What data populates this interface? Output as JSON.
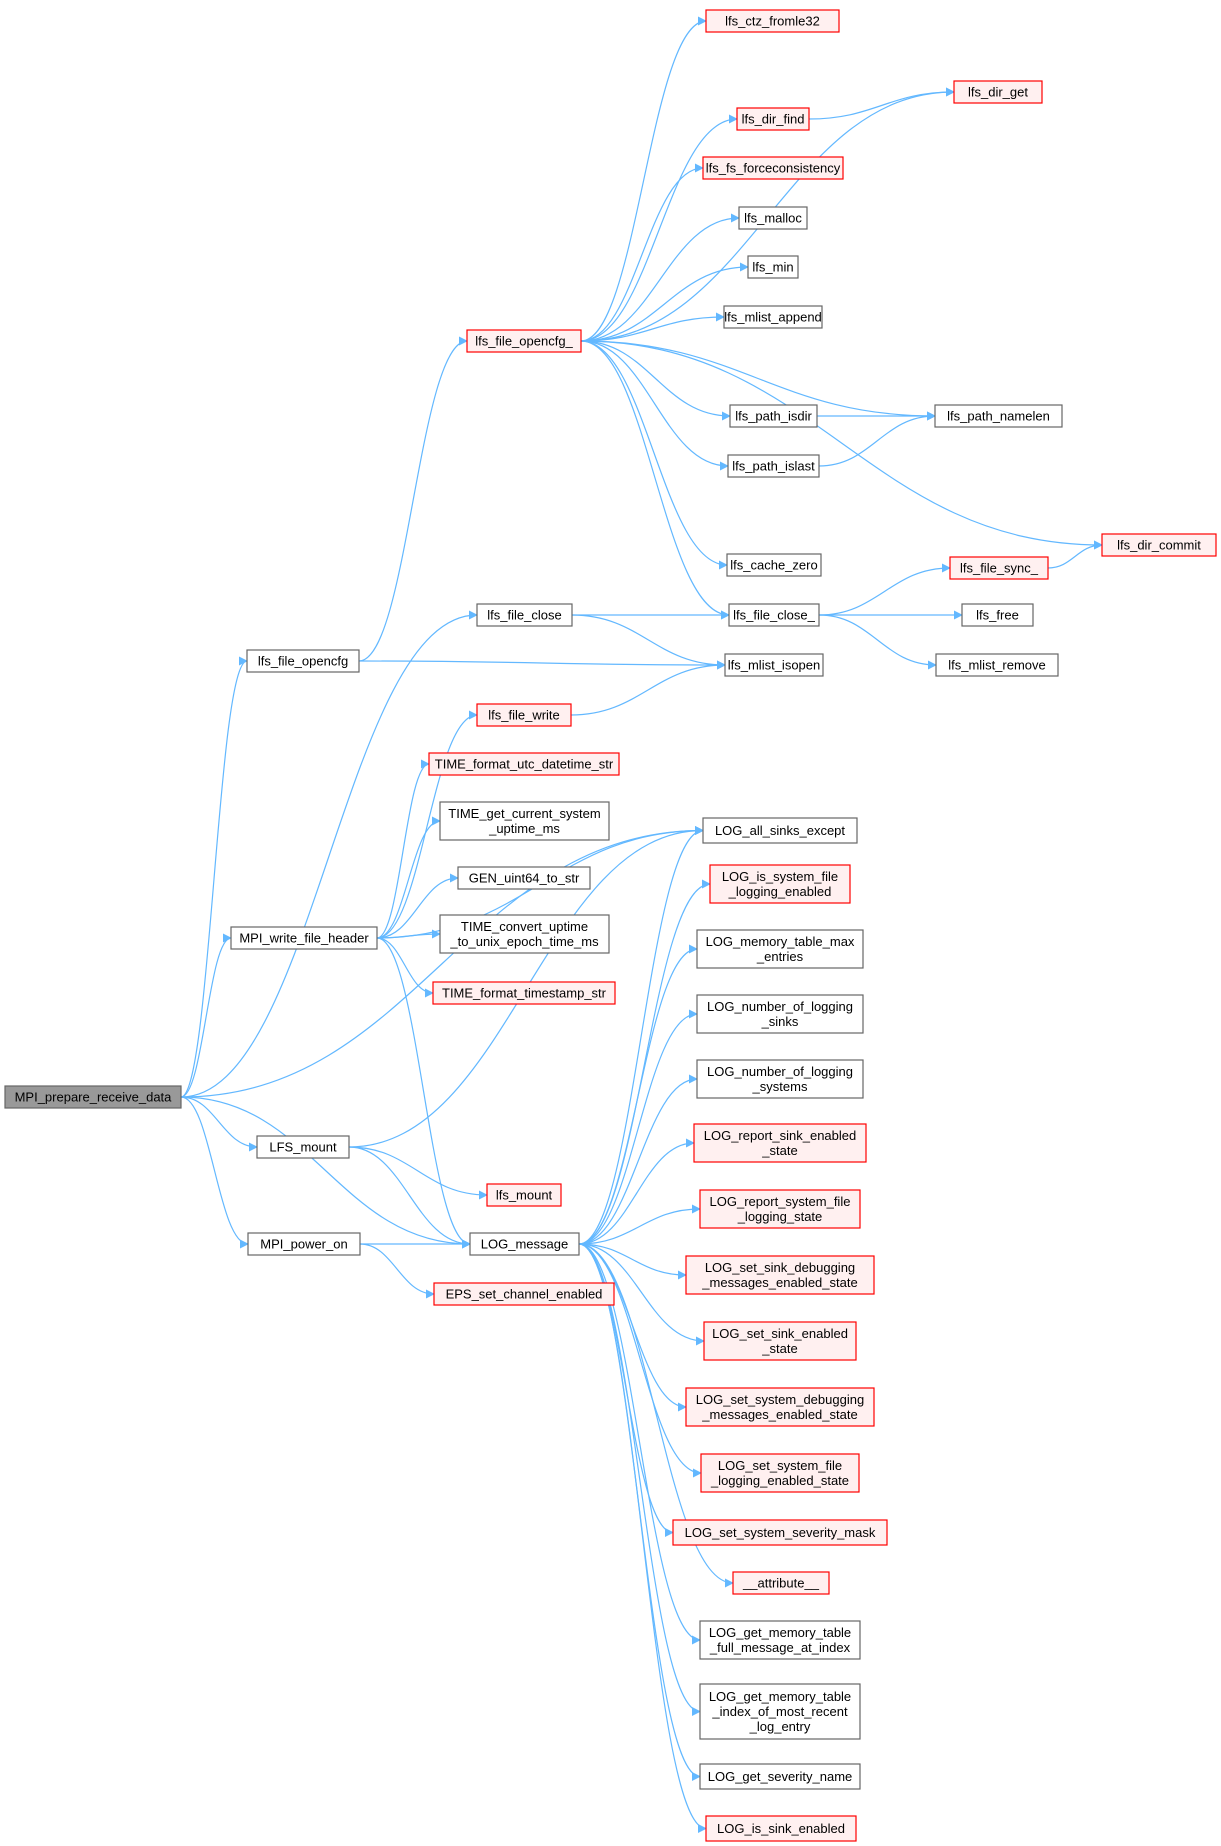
{
  "colors": {
    "edge": "#63b8ff",
    "root_fill": "#999999",
    "root_border": "#666666",
    "plain_fill": "#ffffff",
    "plain_border": "#666666",
    "red_fill": "#fff0f0",
    "red_border": "#ff0000"
  },
  "nodes": {
    "root": {
      "label": [
        "MPI_prepare_receive_data"
      ],
      "style": "root"
    },
    "lfs_file_opencfg": {
      "label": [
        "lfs_file_opencfg"
      ],
      "style": "plain"
    },
    "lfs_file_close": {
      "label": [
        "lfs_file_close"
      ],
      "style": "plain"
    },
    "mpi_write_file_header": {
      "label": [
        "MPI_write_file_header"
      ],
      "style": "plain"
    },
    "lfs_mount_cap": {
      "label": [
        "LFS_mount"
      ],
      "style": "plain"
    },
    "mpi_power_on": {
      "label": [
        "MPI_power_on"
      ],
      "style": "plain"
    },
    "lfs_file_opencfg_": {
      "label": [
        "lfs_file_opencfg_"
      ],
      "style": "red"
    },
    "lfs_file_write": {
      "label": [
        "lfs_file_write"
      ],
      "style": "red"
    },
    "time_format_utc": {
      "label": [
        "TIME_format_utc_datetime_str"
      ],
      "style": "red"
    },
    "time_get_uptime": {
      "label": [
        "TIME_get_current_system",
        "_uptime_ms"
      ],
      "style": "plain"
    },
    "gen_uint64": {
      "label": [
        "GEN_uint64_to_str"
      ],
      "style": "plain"
    },
    "time_convert": {
      "label": [
        "TIME_convert_uptime",
        "_to_unix_epoch_time_ms"
      ],
      "style": "plain"
    },
    "time_format_ts": {
      "label": [
        "TIME_format_timestamp_str"
      ],
      "style": "red"
    },
    "lfs_mount": {
      "label": [
        "lfs_mount"
      ],
      "style": "red"
    },
    "log_message": {
      "label": [
        "LOG_message"
      ],
      "style": "plain"
    },
    "eps_set_channel": {
      "label": [
        "EPS_set_channel_enabled"
      ],
      "style": "red"
    },
    "lfs_ctz_fromle32": {
      "label": [
        "lfs_ctz_fromle32"
      ],
      "style": "red"
    },
    "lfs_dir_find": {
      "label": [
        "lfs_dir_find"
      ],
      "style": "red"
    },
    "lfs_fs_force": {
      "label": [
        "lfs_fs_forceconsistency"
      ],
      "style": "red"
    },
    "lfs_malloc": {
      "label": [
        "lfs_malloc"
      ],
      "style": "plain"
    },
    "lfs_min": {
      "label": [
        "lfs_min"
      ],
      "style": "plain"
    },
    "lfs_mlist_append": {
      "label": [
        "lfs_mlist_append"
      ],
      "style": "plain"
    },
    "lfs_path_isdir": {
      "label": [
        "lfs_path_isdir"
      ],
      "style": "plain"
    },
    "lfs_path_islast": {
      "label": [
        "lfs_path_islast"
      ],
      "style": "plain"
    },
    "lfs_cache_zero": {
      "label": [
        "lfs_cache_zero"
      ],
      "style": "plain"
    },
    "lfs_file_close_": {
      "label": [
        "lfs_file_close_"
      ],
      "style": "plain"
    },
    "lfs_mlist_isopen": {
      "label": [
        "lfs_mlist_isopen"
      ],
      "style": "plain"
    },
    "log_all_sinks_except": {
      "label": [
        "LOG_all_sinks_except"
      ],
      "style": "plain"
    },
    "log_is_system_file": {
      "label": [
        "LOG_is_system_file",
        "_logging_enabled"
      ],
      "style": "red"
    },
    "log_memory_table_max": {
      "label": [
        "LOG_memory_table_max",
        "_entries"
      ],
      "style": "plain"
    },
    "log_number_sinks": {
      "label": [
        "LOG_number_of_logging",
        "_sinks"
      ],
      "style": "plain"
    },
    "log_number_systems": {
      "label": [
        "LOG_number_of_logging",
        "_systems"
      ],
      "style": "plain"
    },
    "log_report_sink": {
      "label": [
        "LOG_report_sink_enabled",
        "_state"
      ],
      "style": "red"
    },
    "log_report_system": {
      "label": [
        "LOG_report_system_file",
        "_logging_state"
      ],
      "style": "red"
    },
    "log_set_sink_debug": {
      "label": [
        "LOG_set_sink_debugging",
        "_messages_enabled_state"
      ],
      "style": "red"
    },
    "log_set_sink_enabled": {
      "label": [
        "LOG_set_sink_enabled",
        "_state"
      ],
      "style": "red"
    },
    "log_set_system_debug": {
      "label": [
        "LOG_set_system_debugging",
        "_messages_enabled_state"
      ],
      "style": "red"
    },
    "log_set_system_file": {
      "label": [
        "LOG_set_system_file",
        "_logging_enabled_state"
      ],
      "style": "red"
    },
    "log_set_severity": {
      "label": [
        "LOG_set_system_severity_mask"
      ],
      "style": "red"
    },
    "attribute": {
      "label": [
        "__attribute__"
      ],
      "style": "red"
    },
    "log_get_full_msg": {
      "label": [
        "LOG_get_memory_table",
        "_full_message_at_index"
      ],
      "style": "plain"
    },
    "log_get_index_recent": {
      "label": [
        "LOG_get_memory_table",
        "_index_of_most_recent",
        "_log_entry"
      ],
      "style": "plain"
    },
    "log_get_severity": {
      "label": [
        "LOG_get_severity_name"
      ],
      "style": "plain"
    },
    "log_is_sink_enabled": {
      "label": [
        "LOG_is_sink_enabled"
      ],
      "style": "red"
    },
    "lfs_dir_get": {
      "label": [
        "lfs_dir_get"
      ],
      "style": "red"
    },
    "lfs_path_namelen": {
      "label": [
        "lfs_path_namelen"
      ],
      "style": "plain"
    },
    "lfs_dir_commit": {
      "label": [
        "lfs_dir_commit"
      ],
      "style": "red"
    },
    "lfs_file_sync_": {
      "label": [
        "lfs_file_sync_"
      ],
      "style": "red"
    },
    "lfs_free": {
      "label": [
        "lfs_free"
      ],
      "style": "plain"
    },
    "lfs_mlist_remove": {
      "label": [
        "lfs_mlist_remove"
      ],
      "style": "plain"
    }
  },
  "edges": [
    [
      "root",
      "lfs_file_opencfg"
    ],
    [
      "root",
      "lfs_file_close"
    ],
    [
      "root",
      "mpi_write_file_header"
    ],
    [
      "root",
      "lfs_mount_cap"
    ],
    [
      "root",
      "mpi_power_on"
    ],
    [
      "root",
      "log_message"
    ],
    [
      "root",
      "log_all_sinks_except"
    ],
    [
      "lfs_file_opencfg",
      "lfs_file_opencfg_"
    ],
    [
      "lfs_file_opencfg",
      "lfs_mlist_isopen"
    ],
    [
      "lfs_file_close",
      "lfs_file_close_"
    ],
    [
      "lfs_file_close",
      "lfs_mlist_isopen"
    ],
    [
      "lfs_file_opencfg_",
      "lfs_ctz_fromle32"
    ],
    [
      "lfs_file_opencfg_",
      "lfs_dir_get"
    ],
    [
      "lfs_file_opencfg_",
      "lfs_dir_find"
    ],
    [
      "lfs_file_opencfg_",
      "lfs_fs_force"
    ],
    [
      "lfs_file_opencfg_",
      "lfs_malloc"
    ],
    [
      "lfs_file_opencfg_",
      "lfs_min"
    ],
    [
      "lfs_file_opencfg_",
      "lfs_mlist_append"
    ],
    [
      "lfs_file_opencfg_",
      "lfs_path_namelen"
    ],
    [
      "lfs_file_opencfg_",
      "lfs_path_isdir"
    ],
    [
      "lfs_file_opencfg_",
      "lfs_path_islast"
    ],
    [
      "lfs_file_opencfg_",
      "lfs_dir_commit"
    ],
    [
      "lfs_file_opencfg_",
      "lfs_cache_zero"
    ],
    [
      "lfs_file_opencfg_",
      "lfs_file_close_"
    ],
    [
      "lfs_dir_find",
      "lfs_dir_get"
    ],
    [
      "lfs_path_isdir",
      "lfs_path_namelen"
    ],
    [
      "lfs_path_islast",
      "lfs_path_namelen"
    ],
    [
      "lfs_file_close_",
      "lfs_file_sync_"
    ],
    [
      "lfs_file_close_",
      "lfs_free"
    ],
    [
      "lfs_file_close_",
      "lfs_mlist_remove"
    ],
    [
      "lfs_file_sync_",
      "lfs_dir_commit"
    ],
    [
      "lfs_file_write",
      "lfs_mlist_isopen"
    ],
    [
      "mpi_write_file_header",
      "lfs_file_write"
    ],
    [
      "mpi_write_file_header",
      "time_format_utc"
    ],
    [
      "mpi_write_file_header",
      "time_get_uptime"
    ],
    [
      "mpi_write_file_header",
      "gen_uint64"
    ],
    [
      "mpi_write_file_header",
      "time_convert"
    ],
    [
      "mpi_write_file_header",
      "time_format_ts"
    ],
    [
      "mpi_write_file_header",
      "log_message"
    ],
    [
      "mpi_write_file_header",
      "log_all_sinks_except"
    ],
    [
      "lfs_mount_cap",
      "lfs_mount"
    ],
    [
      "lfs_mount_cap",
      "log_message"
    ],
    [
      "lfs_mount_cap",
      "log_all_sinks_except"
    ],
    [
      "mpi_power_on",
      "log_message"
    ],
    [
      "mpi_power_on",
      "eps_set_channel"
    ],
    [
      "log_message",
      "log_all_sinks_except"
    ],
    [
      "log_message",
      "log_is_system_file"
    ],
    [
      "log_message",
      "log_memory_table_max"
    ],
    [
      "log_message",
      "log_number_sinks"
    ],
    [
      "log_message",
      "log_number_systems"
    ],
    [
      "log_message",
      "log_report_sink"
    ],
    [
      "log_message",
      "log_report_system"
    ],
    [
      "log_message",
      "log_set_sink_debug"
    ],
    [
      "log_message",
      "log_set_sink_enabled"
    ],
    [
      "log_message",
      "log_set_system_debug"
    ],
    [
      "log_message",
      "log_set_system_file"
    ],
    [
      "log_message",
      "log_set_severity"
    ],
    [
      "log_message",
      "attribute"
    ],
    [
      "log_message",
      "log_get_full_msg"
    ],
    [
      "log_message",
      "log_get_index_recent"
    ],
    [
      "log_message",
      "log_get_severity"
    ],
    [
      "log_message",
      "log_is_sink_enabled"
    ]
  ]
}
